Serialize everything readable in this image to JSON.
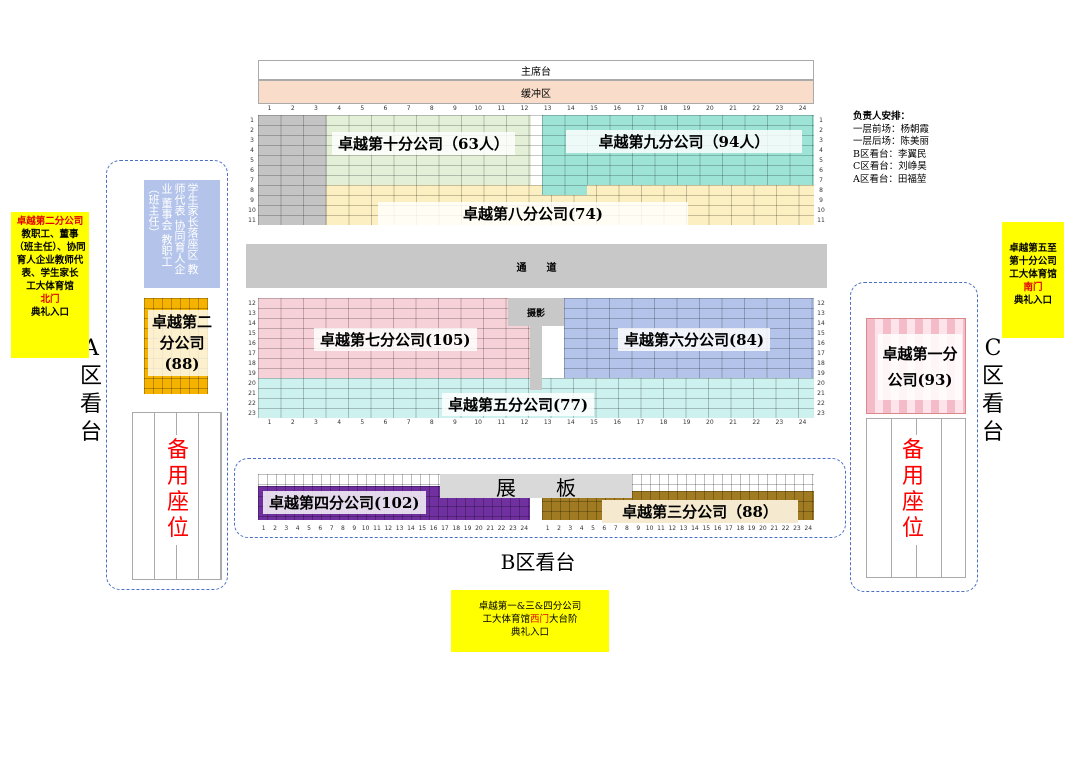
{
  "stage": {
    "head_table": "主席台",
    "buffer": "缓冲区"
  },
  "column_numbers": [
    "1",
    "2",
    "3",
    "4",
    "5",
    "6",
    "7",
    "8",
    "9",
    "10",
    "11",
    "12",
    "13",
    "14",
    "15",
    "16",
    "17",
    "18",
    "19",
    "20",
    "21",
    "22",
    "23",
    "24"
  ],
  "row_numbers_top": [
    "1",
    "2",
    "3",
    "4",
    "5",
    "6",
    "7",
    "8",
    "9",
    "10",
    "11"
  ],
  "row_numbers_bottom": [
    "12",
    "13",
    "14",
    "15",
    "16",
    "17",
    "18",
    "19",
    "20",
    "21",
    "22",
    "23"
  ],
  "sections": {
    "company10": "卓越第十分公司（63人）",
    "company9": "卓越第九分公司（94人）",
    "company8": "卓越第八分公司(74)",
    "aisle": "通　　道",
    "photo": "摄影",
    "company7": "卓越第七分公司(105)",
    "company6": "卓越第六分公司(84)",
    "company5": "卓越第五分公司(77)",
    "company4": "卓越第四分公司(102)",
    "company3": "卓越第三分公司（88）",
    "display_board": "展　　板",
    "company2": "卓越第二分公司(88)",
    "company1": "卓越第一分公司(93)",
    "guests": "学生家长落座区 教师代表 协同育人企业 董事会 教职工（班主任）",
    "reserve": "备用座位"
  },
  "stands": {
    "a": "A区看台",
    "b": "B区看台",
    "c": "C区看台"
  },
  "staff": {
    "title": "负责人安排：",
    "lines": [
      "一层前场：杨朝霞",
      "一层后场：陈美丽",
      "B区看台：李翼民",
      "C区看台：刘峥昊",
      "A区看台：田福堃"
    ]
  },
  "entrances": {
    "north": {
      "line1": "卓越第二分公司",
      "line2": "教职工、董事（班主任）、协同育人企业教师代表、学生家长",
      "line3": "工大体育馆",
      "gate": "北门",
      "line4": "典礼入口"
    },
    "south": {
      "line1": "卓越第五至第十分公司",
      "line2": "工大体育馆",
      "gate": "南门",
      "line3": "典礼入口"
    },
    "west": {
      "line1": "卓越第一&三&四分公司",
      "line2a": "工大体育馆",
      "gate": "西门",
      "line2b": "大台阶",
      "line3": "典礼入口"
    }
  },
  "colors": {
    "company10": "#e4efd8",
    "company9": "#9ee4d6",
    "company8": "#fcf0c2",
    "company7": "#f7d1d8",
    "company6": "#b3c3ea",
    "company5": "#ccf1ee",
    "company4": "#7030a0",
    "company3": "#a07b22",
    "company2": "#f5b300",
    "company1": "#f3bcc8",
    "aisle": "#c8c8c8",
    "buffer": "#f9dcc9",
    "notes": "#ffff00"
  }
}
